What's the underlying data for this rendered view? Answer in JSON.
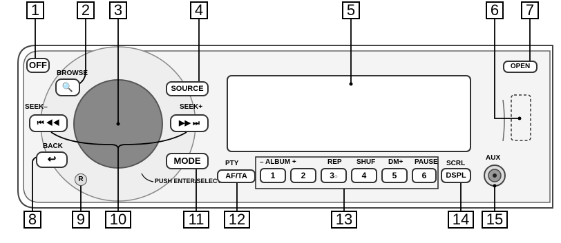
{
  "callouts": [
    "1",
    "2",
    "3",
    "4",
    "5",
    "6",
    "7",
    "8",
    "9",
    "10",
    "11",
    "12",
    "13",
    "14",
    "15"
  ],
  "buttons": {
    "off": "OFF",
    "source": "SOURCE",
    "mode": "MODE",
    "open": "OPEN",
    "af_ta": "AF/TA",
    "dspl": "DSPL",
    "preset": [
      "1",
      "2",
      "3",
      "4",
      "5",
      "6"
    ],
    "preset3_mark": "○",
    "prev_glyph": "⏮ ◀◀",
    "next_glyph": "▶▶ ⏭",
    "back_glyph": "↩",
    "browse_glyph": "🔍"
  },
  "labels": {
    "browse": "BROWSE",
    "seek_minus": "SEEK–",
    "seek_plus": "SEEK+",
    "back": "BACK",
    "push_enter": "PUSH ENTER/SELECT",
    "pty": "PTY",
    "album": "– ALBUM +",
    "rep": "REP",
    "shuf": "SHUF",
    "dm_plus": "DM+",
    "pause": "PAUSE",
    "scrl": "SCRL",
    "aux": "AUX",
    "remote_sensor": "R"
  }
}
